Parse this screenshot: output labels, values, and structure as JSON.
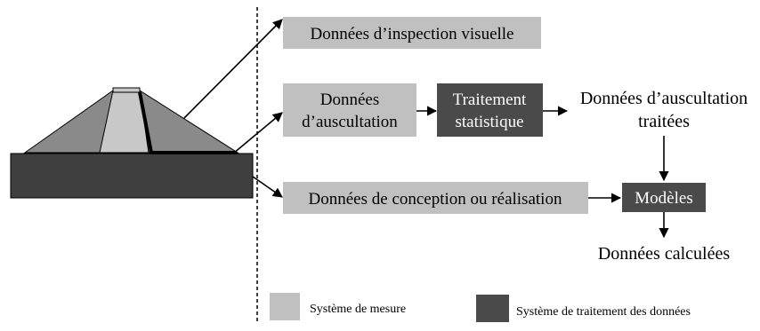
{
  "boxes": {
    "visual_inspection": "Données d’inspection visuelle",
    "monitoring_line1": "Données",
    "monitoring_line2": "d’auscultation",
    "design_data": "Données de conception ou réalisation",
    "stat_line1": "Traitement",
    "stat_line2": "statistique",
    "models": "Modèles"
  },
  "outputs": {
    "processed_line1": "Données d’auscultation",
    "processed_line2": "traitées",
    "computed": "Données calculées"
  },
  "legend": {
    "measurement": "Système de mesure",
    "processing": "Système de traitement des données"
  },
  "colors": {
    "measurement_fill": "#c0c0c0",
    "processing_fill": "#4a4a4a",
    "foundation_fill": "#3f3f3f",
    "dam_shell_fill": "#8a8a8a",
    "dam_core_fill": "#c8c8c8"
  }
}
